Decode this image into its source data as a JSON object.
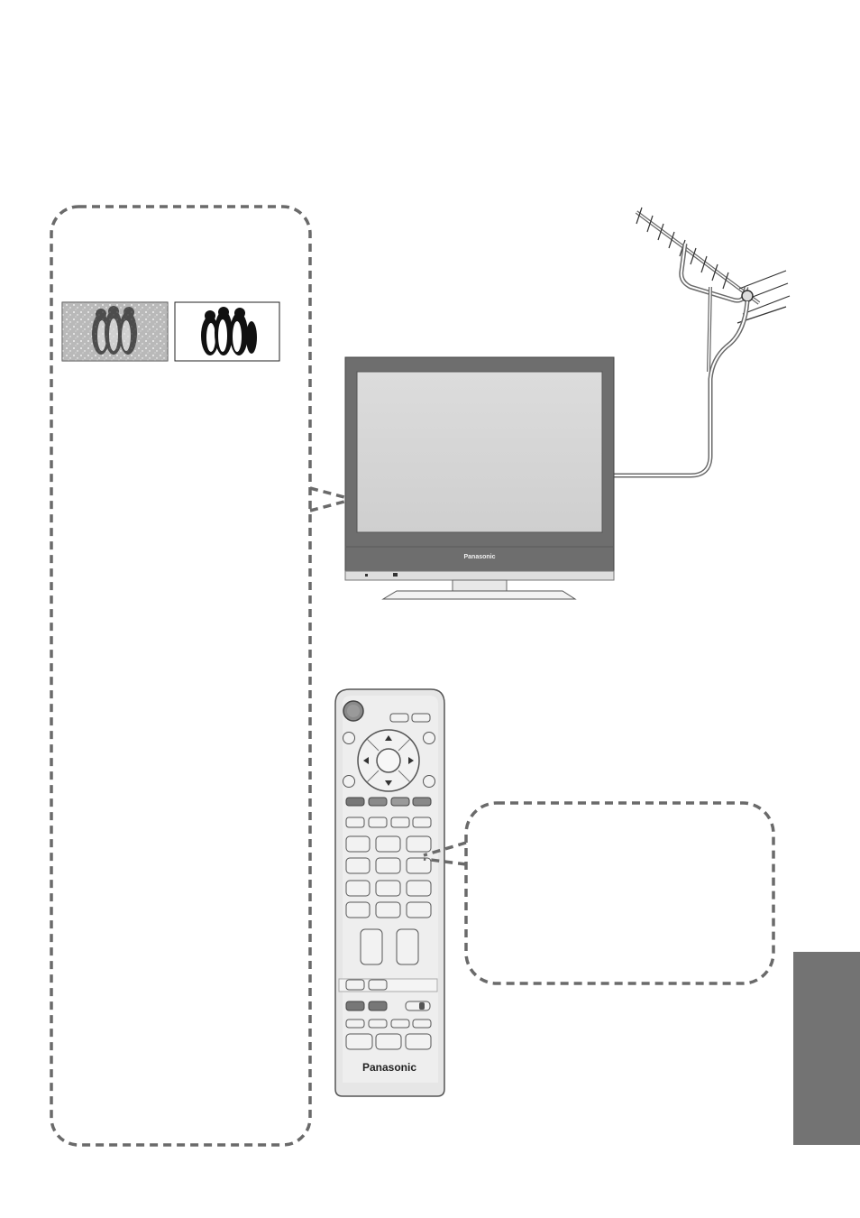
{
  "tv": {
    "brand": "Panasonic"
  },
  "remote": {
    "brand": "Panasonic"
  },
  "colors": {
    "tab": "#737373",
    "dash": "#6a6a6a",
    "tv_bezel": "#6e6e6e",
    "tv_screen": "#d6d6d6",
    "remote_body": "#e6e6e6",
    "button_dark": "#777777",
    "button_light": "#f2f2f2"
  },
  "icons": {
    "antenna": "antenna-icon",
    "penguins_noisy": "penguins-noisy-picture",
    "penguins_clear": "penguins-clear-picture"
  }
}
